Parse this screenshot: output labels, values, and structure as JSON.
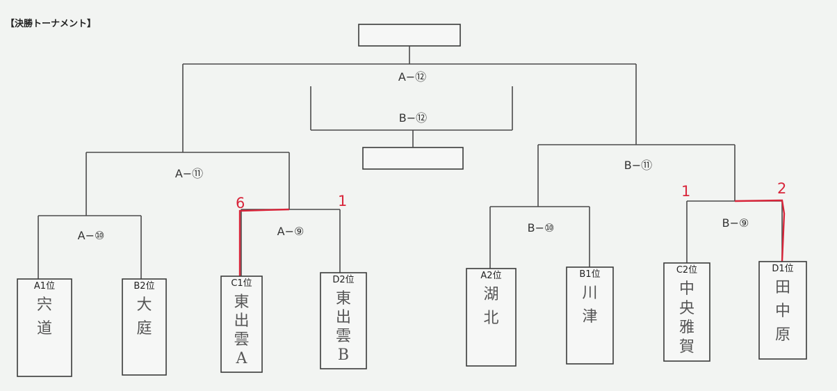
{
  "title": "【決勝トーナメント】",
  "matches": {
    "a12": "A−⑫",
    "b12": "B−⑫",
    "a11": "A−⑪",
    "b11": "B−⑪",
    "a10": "A−⑩",
    "a9": "A−⑨",
    "b10": "B−⑩",
    "b9": "B−⑨"
  },
  "teams": [
    {
      "rank": "A1位",
      "name": [
        "宍",
        "道"
      ]
    },
    {
      "rank": "B2位",
      "name": [
        "大",
        "庭"
      ]
    },
    {
      "rank": "C1位",
      "name": [
        "東",
        "出",
        "雲",
        "A"
      ]
    },
    {
      "rank": "D2位",
      "name": [
        "東",
        "出",
        "雲",
        "B"
      ]
    },
    {
      "rank": "A2位",
      "name": [
        "湖",
        "北"
      ]
    },
    {
      "rank": "B1位",
      "name": [
        "川",
        "津"
      ]
    },
    {
      "rank": "C2位",
      "name": [
        "中",
        "央",
        "雅",
        "賀"
      ]
    },
    {
      "rank": "D1位",
      "name": [
        "田",
        "中",
        "原"
      ]
    }
  ],
  "scores": {
    "a9_left": "6",
    "a9_right": "1",
    "b9_left": "1",
    "b9_right": "2"
  },
  "colors": {
    "lines": "#4a4a4a",
    "handwriting_red": "#d8253a",
    "paper": "#f2f4f2"
  }
}
